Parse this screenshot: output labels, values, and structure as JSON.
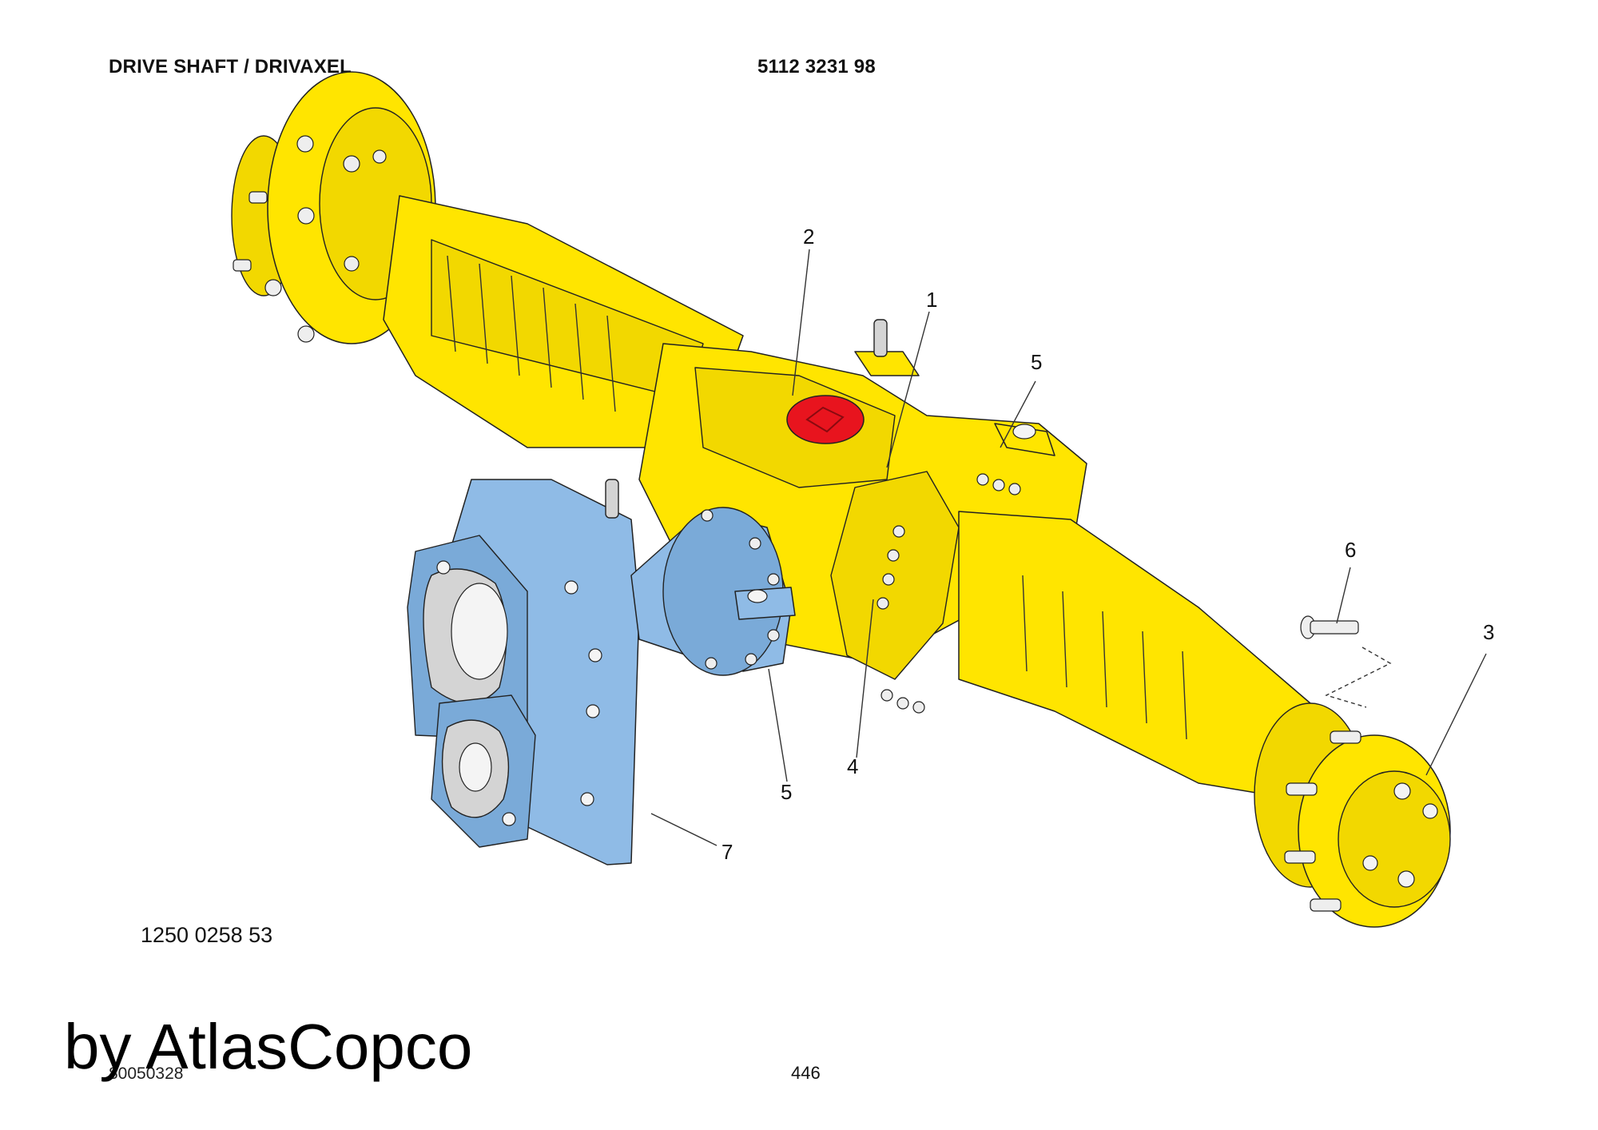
{
  "header": {
    "title": "DRIVE SHAFT / DRIVAXEL",
    "part_number": "5112 3231 98"
  },
  "reference_number": "1250 0258 53",
  "footer": {
    "code": "80050328",
    "page": "446",
    "watermark": "by AtlasCopco"
  },
  "callouts": [
    {
      "label": "1"
    },
    {
      "label": "2"
    },
    {
      "label": "3"
    },
    {
      "label": "4"
    },
    {
      "label": "5"
    },
    {
      "label": "5"
    },
    {
      "label": "6"
    },
    {
      "label": "7"
    }
  ],
  "colors": {
    "axle": "#ffe500",
    "gearbox": "#8fbbe6",
    "cap": "#e8141e"
  }
}
